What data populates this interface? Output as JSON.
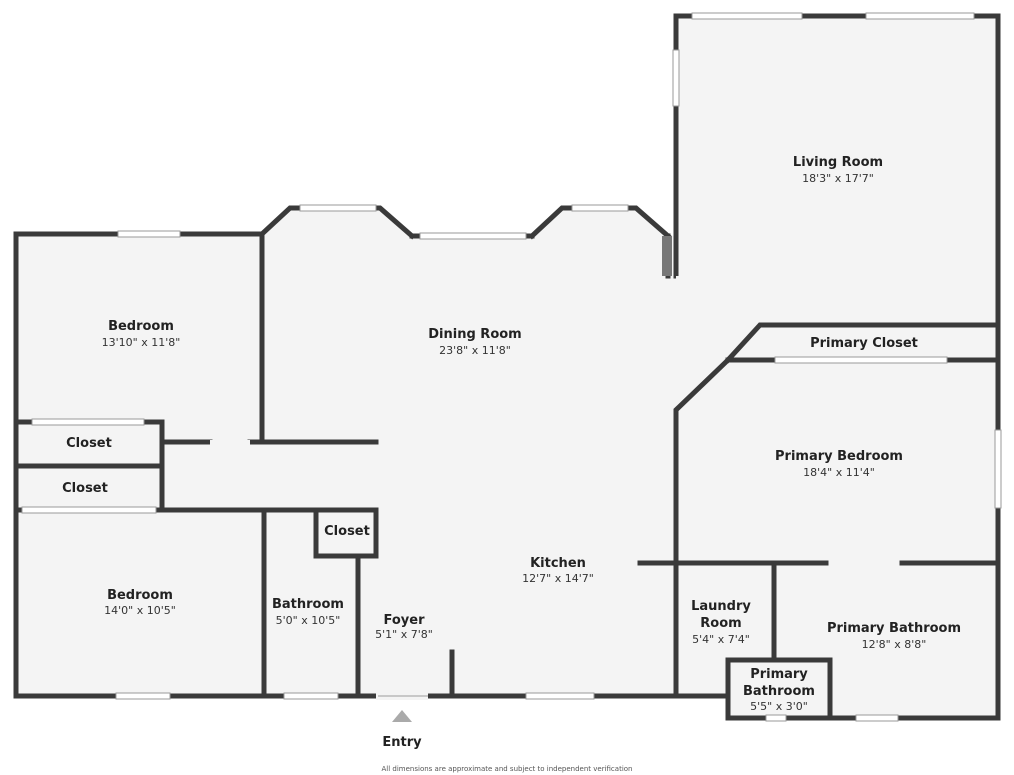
{
  "colors": {
    "wall": "#3a3a3a",
    "floor": "#f4f4f4",
    "window": "#ffffff",
    "entry_marker": "#aaaaaa"
  },
  "rooms": {
    "living_room": {
      "name": "Living Room",
      "dims": "18'3\" x 17'7\""
    },
    "dining_room": {
      "name": "Dining Room",
      "dims": "23'8\" x 11'8\""
    },
    "bedroom_1": {
      "name": "Bedroom",
      "dims": "13'10\" x 11'8\""
    },
    "closet_1": {
      "name": "Closet"
    },
    "closet_2": {
      "name": "Closet"
    },
    "bedroom_2": {
      "name": "Bedroom",
      "dims": "14'0\" x 10'5\""
    },
    "bathroom": {
      "name": "Bathroom",
      "dims": "5'0\" x 10'5\""
    },
    "closet_3": {
      "name": "Closet"
    },
    "foyer": {
      "name": "Foyer",
      "dims": "5'1\" x 7'8\""
    },
    "kitchen": {
      "name": "Kitchen",
      "dims": "12'7\" x 14'7\""
    },
    "primary_closet": {
      "name": "Primary Closet"
    },
    "primary_bedroom": {
      "name": "Primary Bedroom",
      "dims": "18'4\" x 11'4\""
    },
    "laundry_room": {
      "name_line1": "Laundry",
      "name_line2": "Room",
      "dims": "5'4\" x 7'4\""
    },
    "primary_bathroom": {
      "name": "Primary Bathroom",
      "dims": "12'8\" x 8'8\""
    },
    "primary_bathroom_small": {
      "name_line1": "Primary",
      "name_line2": "Bathroom",
      "dims": "5'5\" x 3'0\""
    }
  },
  "entry": {
    "label": "Entry"
  },
  "disclaimer": "All dimensions are approximate and subject to independent verification"
}
